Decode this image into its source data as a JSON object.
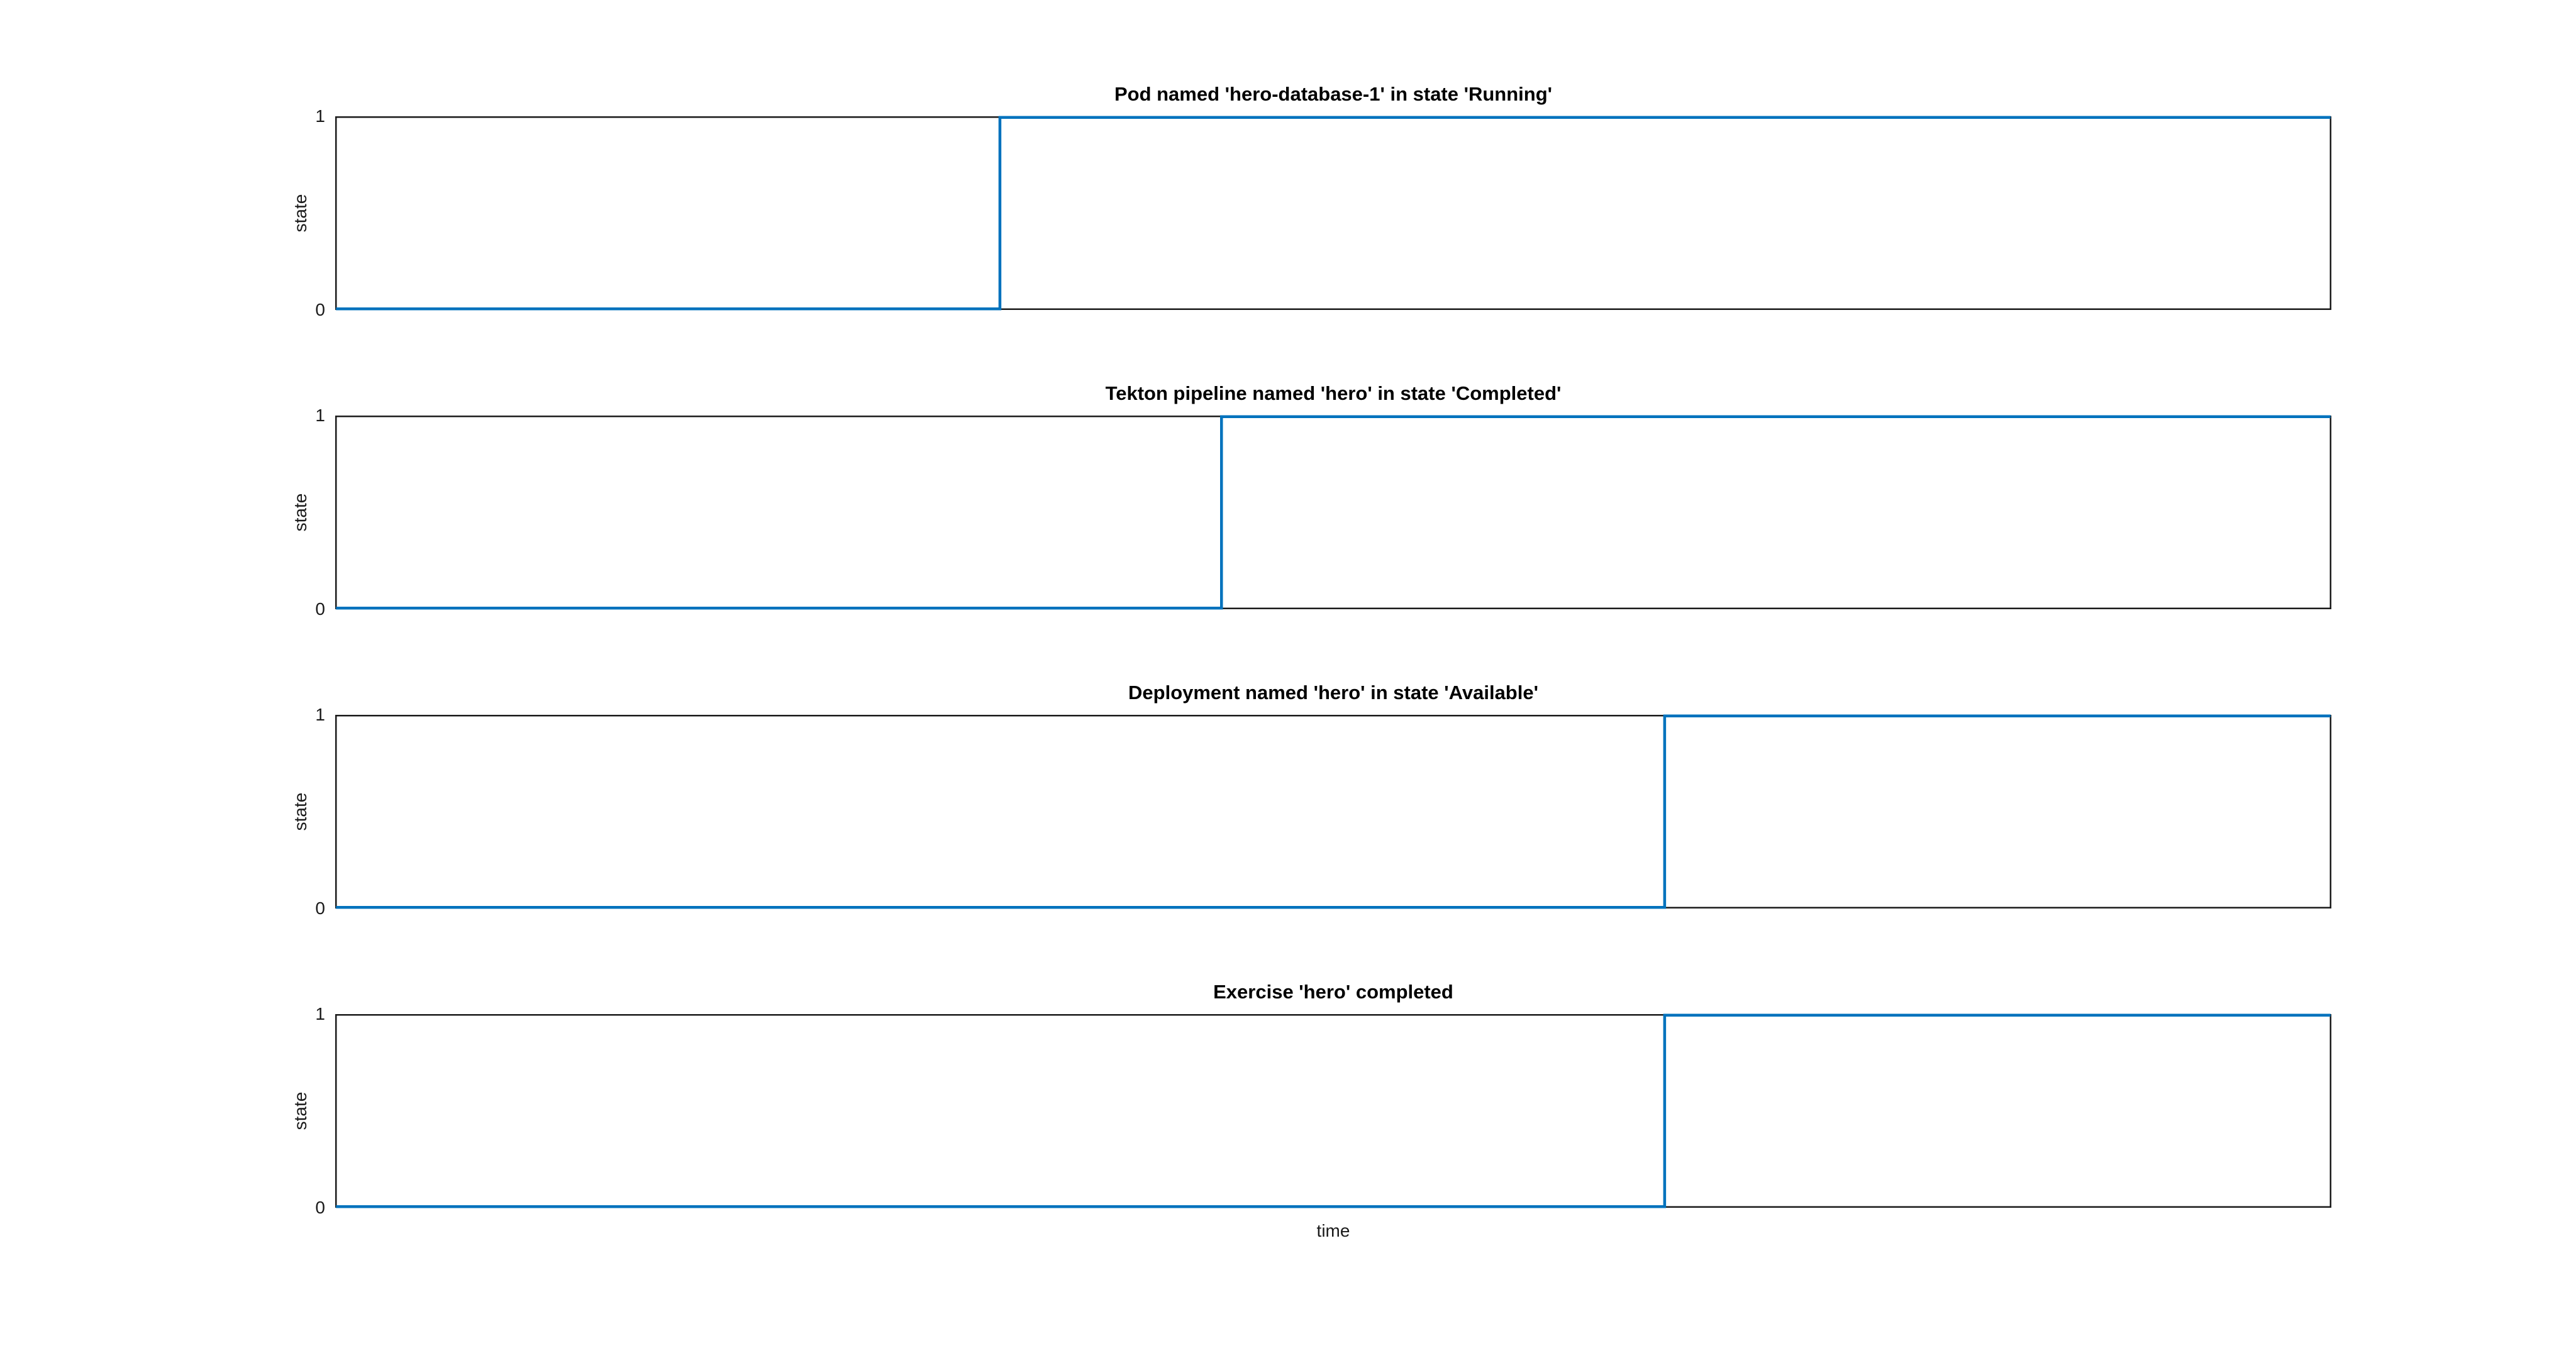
{
  "figure": {
    "background_color": "#ffffff",
    "line_color": "#0072bd",
    "axis_color": "#1a1a1a",
    "text_color": "#000000",
    "xlabel": "time"
  },
  "chart_data": [
    {
      "type": "step",
      "title": "Pod named 'hero-database-1' in state 'Running'",
      "ylabel": "state",
      "ytick_labels": [
        "0",
        "1"
      ],
      "ylim": [
        0,
        1
      ],
      "xlabel": "",
      "initial_value": 0,
      "final_value": 1,
      "step_x_fraction": 0.333,
      "line_color": "#0072bd",
      "legend": "none",
      "grid": "off"
    },
    {
      "type": "step",
      "title": "Tekton pipeline named 'hero' in state 'Completed'",
      "ylabel": "state",
      "ytick_labels": [
        "0",
        "1"
      ],
      "ylim": [
        0,
        1
      ],
      "xlabel": "",
      "initial_value": 0,
      "final_value": 1,
      "step_x_fraction": 0.444,
      "line_color": "#0072bd",
      "legend": "none",
      "grid": "off"
    },
    {
      "type": "step",
      "title": "Deployment named 'hero' in state 'Available'",
      "ylabel": "state",
      "ytick_labels": [
        "0",
        "1"
      ],
      "ylim": [
        0,
        1
      ],
      "xlabel": "",
      "initial_value": 0,
      "final_value": 1,
      "step_x_fraction": 0.666,
      "line_color": "#0072bd",
      "legend": "none",
      "grid": "off"
    },
    {
      "type": "step",
      "title": "Exercise 'hero' completed",
      "ylabel": "state",
      "ytick_labels": [
        "0",
        "1"
      ],
      "ylim": [
        0,
        1
      ],
      "xlabel": "time",
      "initial_value": 0,
      "final_value": 1,
      "step_x_fraction": 0.666,
      "line_color": "#0072bd",
      "legend": "none",
      "grid": "off"
    }
  ]
}
